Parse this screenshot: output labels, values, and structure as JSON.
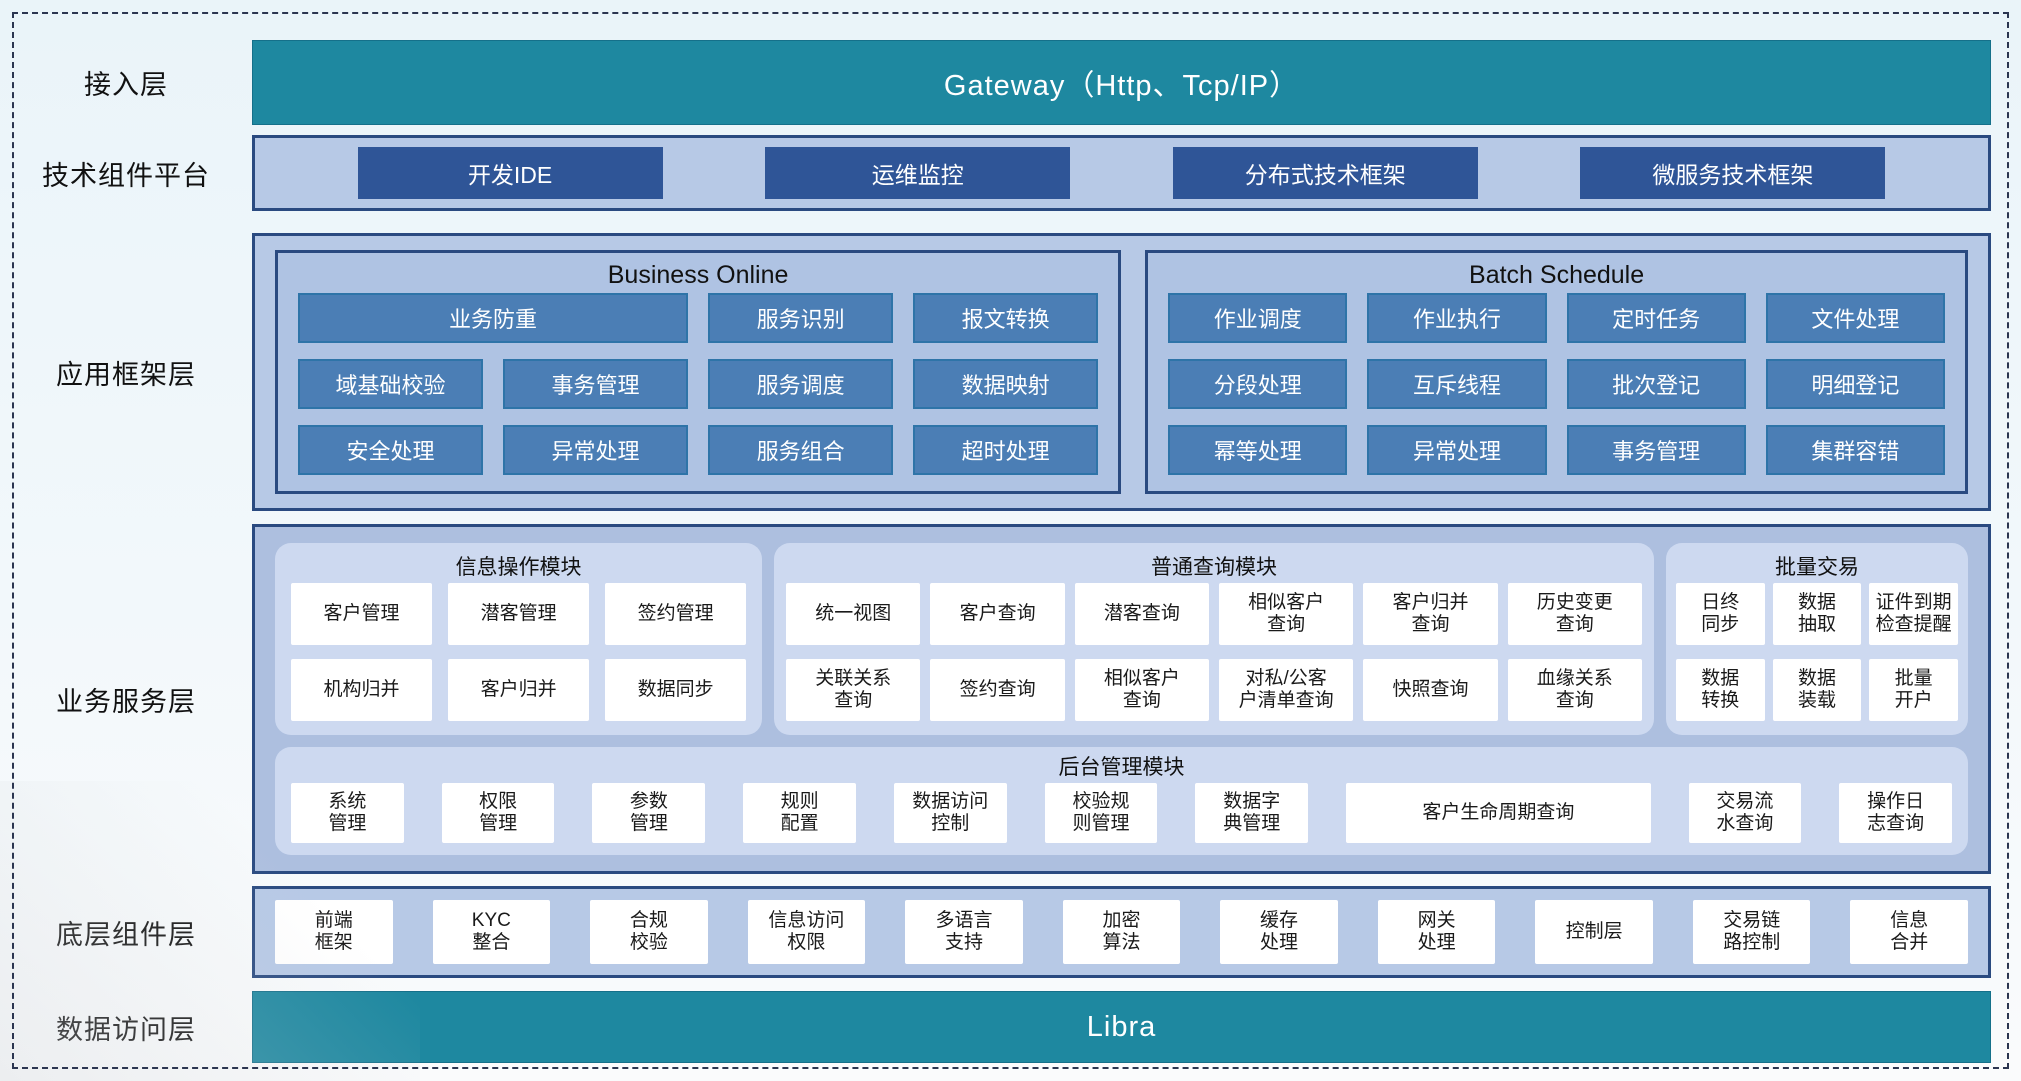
{
  "colors": {
    "teal": "#1E88A0",
    "dark_blue": "#2F5597",
    "panel_blue": "#B7C9E6",
    "inner_panel_blue": "#AFC3E3",
    "app_button": "#4B7EB5",
    "app_button_border": "#2E74A8",
    "module_card": "#CDD9F0",
    "box_text": "#1A1A1A"
  },
  "layers": {
    "access": {
      "label": "接入层",
      "gateway": "Gateway（Http、Tcp/IP）"
    },
    "tech": {
      "label": "技术组件平台",
      "buttons": [
        "开发IDE",
        "运维监控",
        "分布式技术框架",
        "微服务技术框架"
      ]
    },
    "app": {
      "label": "应用框架层",
      "sections": [
        {
          "title": "Business Online",
          "rows": [
            [
              {
                "t": "业务防重",
                "span": 2
              },
              {
                "t": "服务识别"
              },
              {
                "t": "报文转换"
              }
            ],
            [
              {
                "t": "域基础校验"
              },
              {
                "t": "事务管理"
              },
              {
                "t": "服务调度"
              },
              {
                "t": "数据映射"
              }
            ],
            [
              {
                "t": "安全处理"
              },
              {
                "t": "异常处理"
              },
              {
                "t": "服务组合"
              },
              {
                "t": "超时处理"
              }
            ]
          ]
        },
        {
          "title": "Batch Schedule",
          "rows": [
            [
              {
                "t": "作业调度"
              },
              {
                "t": "作业执行"
              },
              {
                "t": "定时任务"
              },
              {
                "t": "文件处理"
              }
            ],
            [
              {
                "t": "分段处理"
              },
              {
                "t": "互斥线程"
              },
              {
                "t": "批次登记"
              },
              {
                "t": "明细登记"
              }
            ],
            [
              {
                "t": "幂等处理"
              },
              {
                "t": "异常处理"
              },
              {
                "t": "事务管理"
              },
              {
                "t": "集群容错"
              }
            ]
          ]
        }
      ]
    },
    "biz": {
      "label": "业务服务层",
      "modules": [
        {
          "title": "信息操作模块",
          "cols": 3,
          "boxes": [
            "客户管理",
            "潜客管理",
            "签约管理",
            "机构归并",
            "客户归并",
            "数据同步"
          ]
        },
        {
          "title": "普通查询模块",
          "cols": 6,
          "boxes": [
            "统一视图",
            "客户查询",
            "潜客查询",
            "相似客户\n查询",
            "客户归并\n查询",
            "历史变更\n查询",
            "关联关系\n查询",
            "签约查询",
            "相似客户\n查询",
            "对私/公客\n户清单查询",
            "快照查询",
            "血缘关系\n查询"
          ]
        },
        {
          "title": "批量交易",
          "cols": 3,
          "boxes": [
            "日终\n同步",
            "数据\n抽取",
            "证件到期\n检查提醒",
            "数据\n转换",
            "数据\n装载",
            "批量\n开户"
          ]
        }
      ],
      "admin": {
        "title": "后台管理模块",
        "boxes": [
          {
            "t": "系统\n管理"
          },
          {
            "t": "权限\n管理"
          },
          {
            "t": "参数\n管理"
          },
          {
            "t": "规则\n配置"
          },
          {
            "t": "数据访问\n控制"
          },
          {
            "t": "校验规\n则管理"
          },
          {
            "t": "数据字\n典管理"
          },
          {
            "t": "客户生命周期查询",
            "wide": true
          },
          {
            "t": "交易流\n水查询"
          },
          {
            "t": "操作日\n志查询"
          }
        ]
      }
    },
    "base": {
      "label": "底层组件层",
      "boxes": [
        "前端\n框架",
        "KYC\n整合",
        "合规\n校验",
        "信息访问\n权限",
        "多语言\n支持",
        "加密\n算法",
        "缓存\n处理",
        "网关\n处理",
        "控制层",
        "交易链\n路控制",
        "信息\n合并"
      ]
    },
    "data_access": {
      "label": "数据访问层",
      "bar": "Libra"
    }
  }
}
